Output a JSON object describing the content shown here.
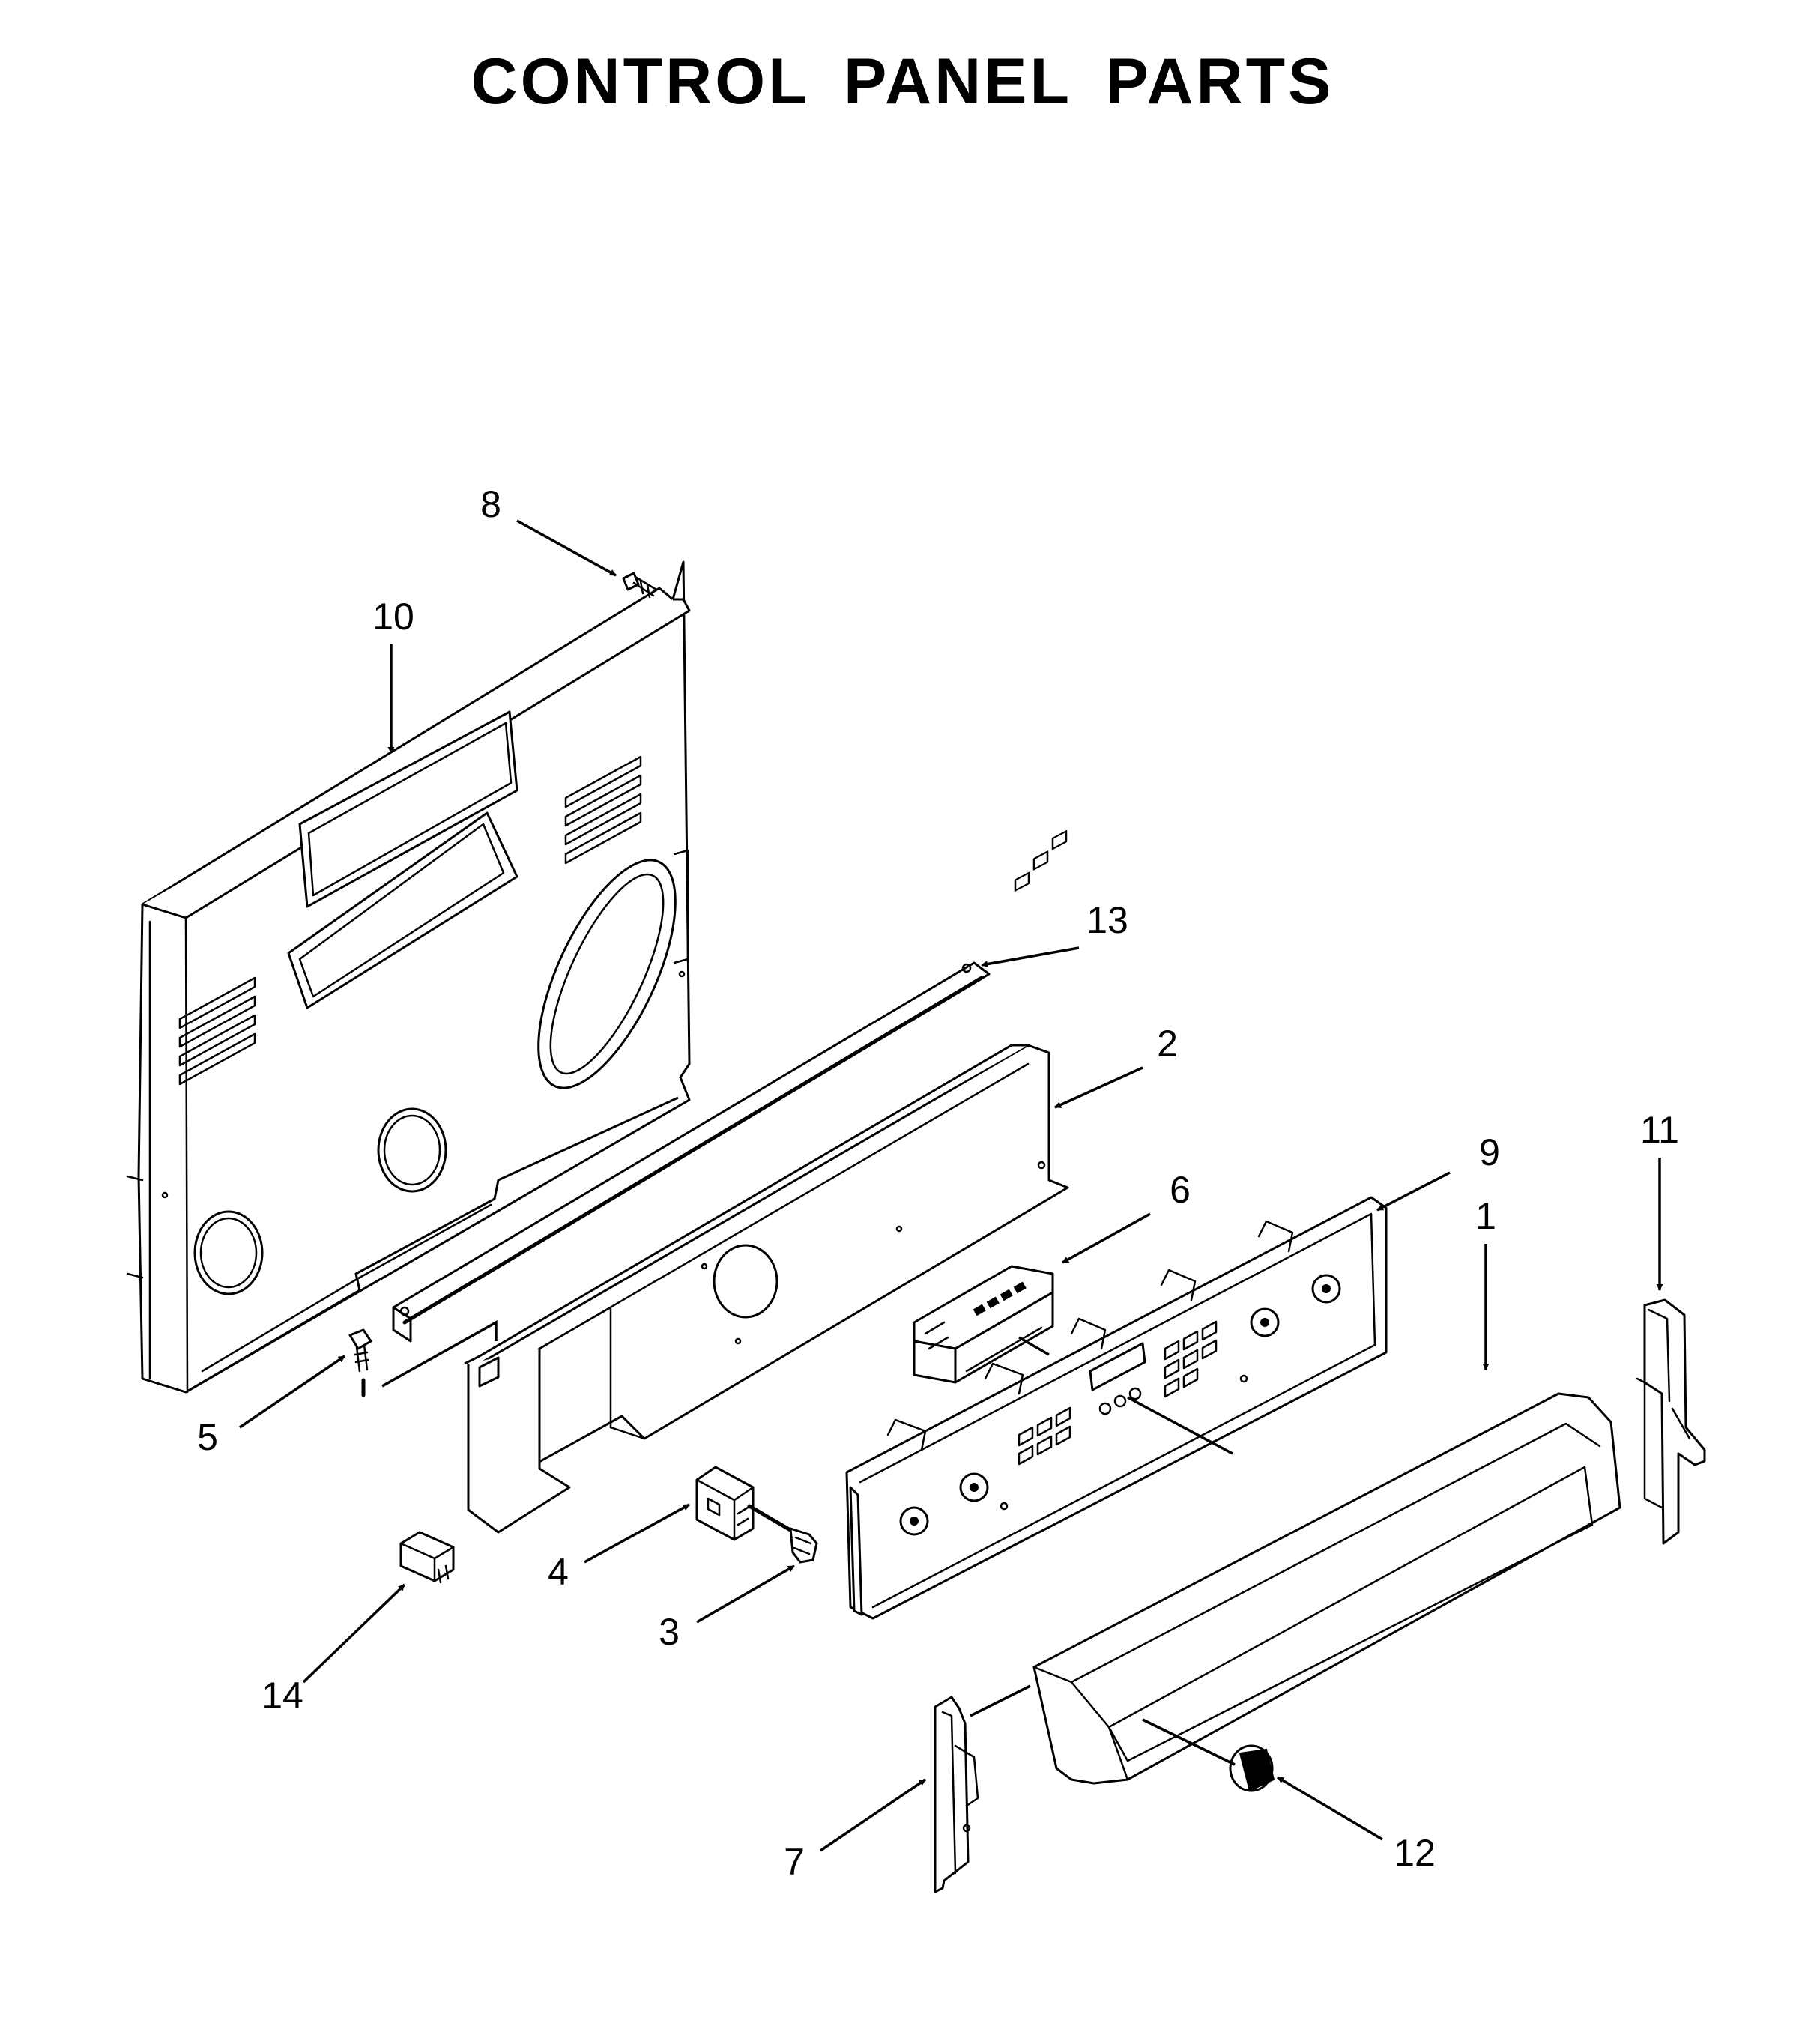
{
  "title": "CONTROL PANEL PARTS",
  "callouts": [
    {
      "id": "1",
      "label": "1"
    },
    {
      "id": "2",
      "label": "2"
    },
    {
      "id": "3",
      "label": "3"
    },
    {
      "id": "4",
      "label": "4"
    },
    {
      "id": "5",
      "label": "5"
    },
    {
      "id": "6",
      "label": "6"
    },
    {
      "id": "7",
      "label": "7"
    },
    {
      "id": "8",
      "label": "8"
    },
    {
      "id": "9",
      "label": "9"
    },
    {
      "id": "10",
      "label": "10"
    },
    {
      "id": "11",
      "label": "11"
    },
    {
      "id": "12",
      "label": "12"
    },
    {
      "id": "13",
      "label": "13"
    },
    {
      "id": "14",
      "label": "14"
    }
  ],
  "colors": {
    "ink": "#000000",
    "paper": "#ffffff"
  }
}
